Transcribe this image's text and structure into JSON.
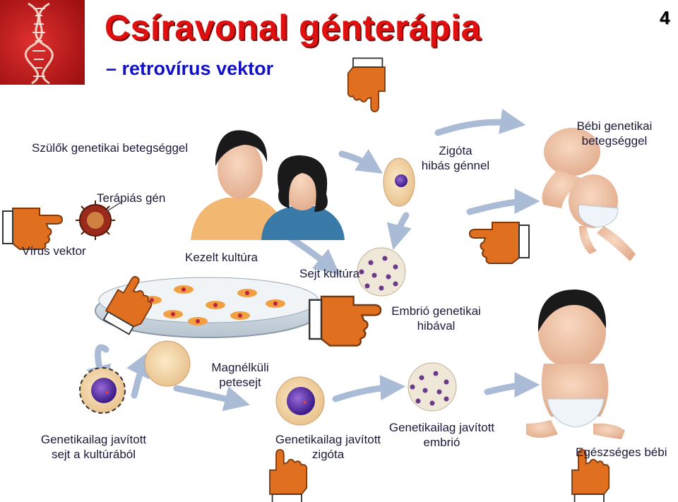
{
  "slide": {
    "title": "Csíravonal génterápia",
    "subtitle": "– retrovírus vektor",
    "number": "4"
  },
  "labels": {
    "parents": "Szülők genetikai betegséggel",
    "zygote_line1": "Zigóta",
    "zygote_line2": "hibás génnel",
    "baby_sick_line1": "Bébi genetikai",
    "baby_sick_line2": "betegséggel",
    "therapy_gene": "Terápiás gén",
    "virus_vector": "Vírus vektor",
    "treated_culture": "Kezelt kultúra",
    "cell_culture": "Sejt kultúra",
    "embryo_defect_line1": "Embrió genetikai",
    "embryo_defect_line2": "hibával",
    "enucleated_line1": "Magnélküli",
    "enucleated_line2": "petesejt",
    "corrected_cell_line1": "Genetikailag javított",
    "corrected_cell_line2": "sejt a kultúrából",
    "corrected_zygote_line1": "Genetikailag javított",
    "corrected_zygote_line2": "zigóta",
    "corrected_embryo_line1": "Genetikailag javított",
    "corrected_embryo_line2": "embrió",
    "healthy_baby": "Egészséges bébi"
  },
  "colors": {
    "title_red": "#e01010",
    "subtitle_blue": "#1010c8",
    "arrow_blue": "#aabbd6",
    "hand_orange": "#e07020"
  }
}
